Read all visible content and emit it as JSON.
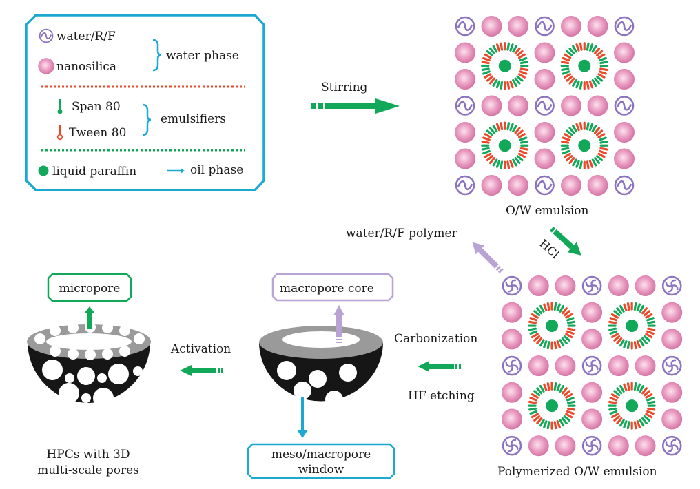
{
  "colors": {
    "cyan": "#1ba9d3",
    "green": "#12a85a",
    "red": "#ea4a2a",
    "purple": "#8b73c1",
    "lavender": "#b8a3d4",
    "pink": "#e58fb7",
    "bowl_black": "#161616",
    "bowl_rim": "#9a9a9a"
  },
  "legend": {
    "water_rf": "water/R/F",
    "nanosilica": "nanosilica",
    "water_phase": "water phase",
    "span80": "Span 80",
    "tween80": "Tween 80",
    "emulsifiers": "emulsifiers",
    "liquid_paraffin": "liquid paraffin",
    "oil_phase": "oil phase"
  },
  "steps": {
    "stirring": "Stirring",
    "hcl": "HCl",
    "water_rf_polymer": "water/R/F polymer",
    "carbonization": "Carbonization",
    "hf_etching": "HF etching",
    "activation": "Activation"
  },
  "stages": {
    "ow_emulsion": "O/W emulsion",
    "polymerized_ow_emulsion": "Polymerized O/W emulsion",
    "hpc_line1": "HPCs with 3D",
    "hpc_line2": "multi-scale pores"
  },
  "callouts": {
    "micropore": "micropore",
    "macropore_core": "macropore core",
    "meso_line1": "meso/macropore",
    "meso_line2": "window"
  }
}
